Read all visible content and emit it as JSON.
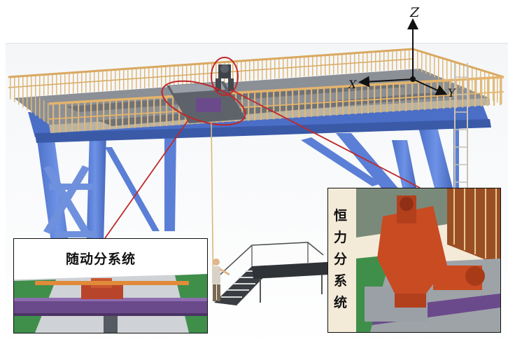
{
  "axes": {
    "z": "Z",
    "x": "X",
    "y": "Y"
  },
  "labels": {
    "follow_subsystem": "随动分系统",
    "constant_force_subsystem": "恒力分系统"
  },
  "colors": {
    "frame_blue": "#5b7fd6",
    "railing_yellow": "#e8c88a",
    "deck_gray": "#8b8f96",
    "highlight_red": "#c0282a",
    "mechanism_red": "#c94b22",
    "beam_purple": "#6b4a8c"
  }
}
